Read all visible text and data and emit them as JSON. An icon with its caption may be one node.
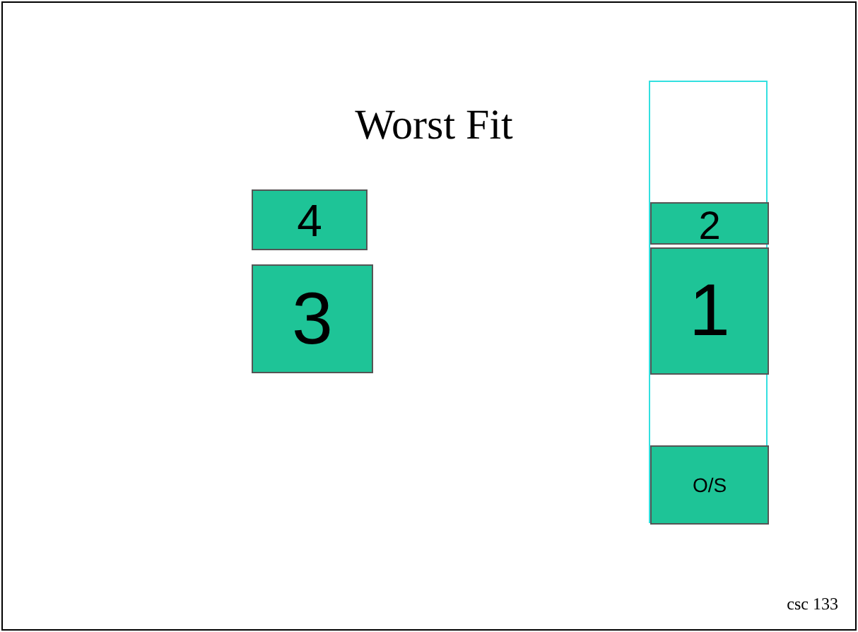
{
  "diagram": {
    "title": "Worst Fit",
    "nodes": [
      {
        "text": [
          "4"
        ]
      },
      {
        "text": [
          "3"
        ]
      },
      {
        "text": [],
        "shape": "box"
      },
      {
        "text": [
          "2"
        ],
        "in": 2
      },
      {
        "text": [
          "1"
        ],
        "in": 2
      },
      {
        "text": [
          "O/S"
        ],
        "in": 2
      }
    ],
    "labels": [
      "csc 133"
    ]
  }
}
